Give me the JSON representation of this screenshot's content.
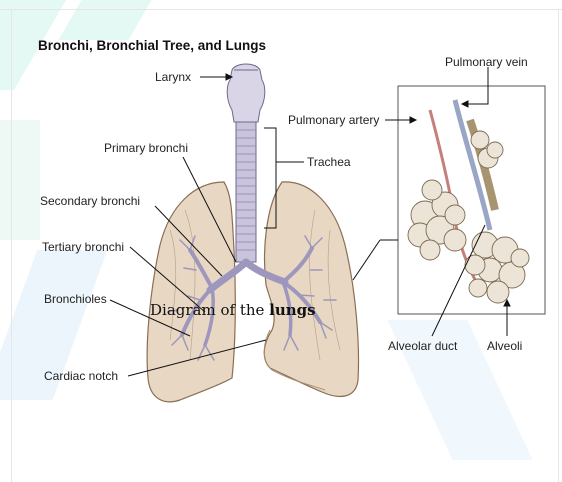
{
  "title": "Bronchi, Bronchial Tree, and Lungs",
  "labels": {
    "larynx": "Larynx",
    "primary_bronchi": "Primary bronchi",
    "trachea": "Trachea",
    "secondary_bronchi": "Secondary bronchi",
    "tertiary_bronchi": "Tertiary bronchi",
    "bronchioles": "Bronchioles",
    "cardiac_notch": "Cardiac notch",
    "pulmonary_vein": "Pulmonary vein",
    "pulmonary_artery": "Pulmonary artery",
    "alveolar_duct": "Alveolar duct",
    "alveoli": "Alveoli"
  },
  "caption": {
    "prefix": "Diagram of the ",
    "bold": "lungs"
  },
  "colors": {
    "lung_fill": "#e8d7c3",
    "lung_stroke": "#8a6e55",
    "airway": "#b7b2cf",
    "airway_stroke": "#6e6a8a",
    "alveoli_fill": "#ece4d6",
    "artery": "#c77f7a"
  }
}
